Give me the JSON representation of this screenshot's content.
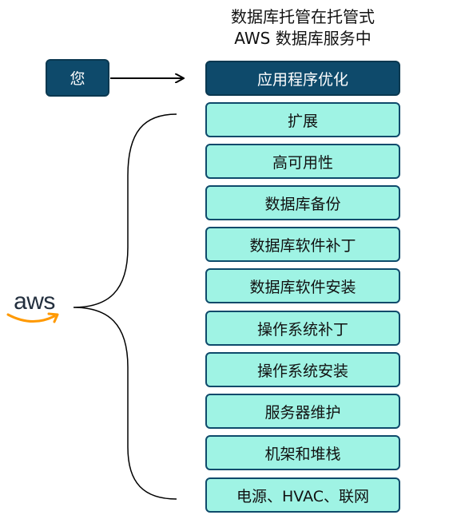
{
  "title": {
    "line1": "数据库托管在托管式",
    "line2": "AWS 数据库服务中"
  },
  "you_label": "您",
  "app_optimization_label": "应用程序优化",
  "aws_logo_text": "aws",
  "aws_responsibilities": [
    "扩展",
    "高可用性",
    "数据库备份",
    "数据库软件补丁",
    "数据库软件安装",
    "操作系统补丁",
    "操作系统安装",
    "服务器维护",
    "机架和堆栈",
    "电源、HVAC、联网"
  ],
  "colors": {
    "dark_box": "#0e4a6b",
    "light_box": "#9ff3e4",
    "aws_orange": "#ff9900",
    "aws_ink": "#232f3e"
  }
}
